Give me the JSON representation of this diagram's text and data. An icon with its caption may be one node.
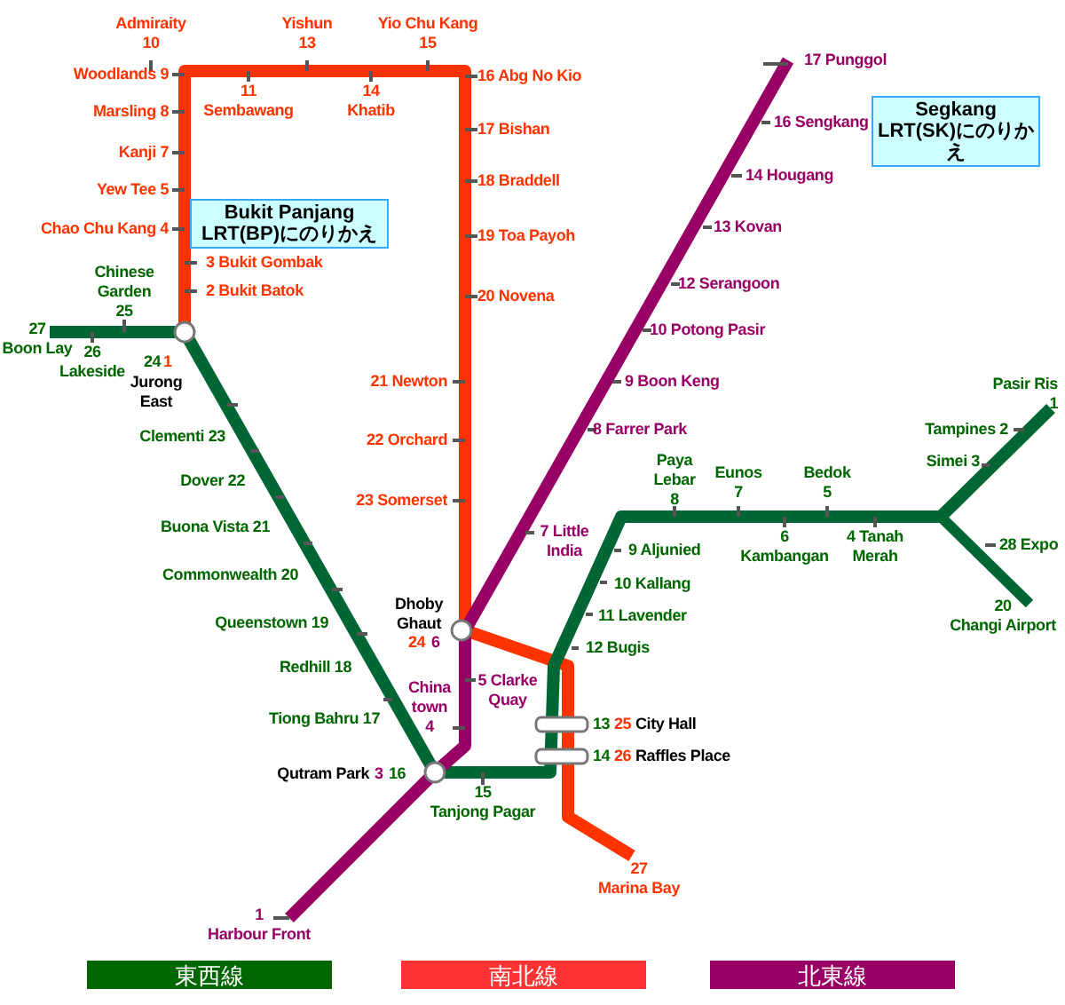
{
  "diagram": {
    "nodes": [
      {
        "text": [
          "Bukit Panjang LRT(BP)にのりかえ"
        ]
      },
      {
        "text": [
          "Segkang LRT(SK)にのりかえ"
        ]
      }
    ],
    "labels": [
      "Admiraity 10",
      "Yishun 13",
      "Yio Chu Kang 15",
      "17 Punggol",
      "Woodlands 9",
      "16 Abg No Kio",
      "11 Sembawang",
      "14 Khatib",
      "Marsling 8",
      "17 Bishan",
      "16 Sengkang",
      "Kanji 7",
      "18 Braddell",
      "14 Hougang",
      "Yew Tee 5",
      "Chao Chu Kang 4",
      "19 Toa Payoh",
      "13 Kovan",
      "3 Bukit Gombak",
      "Chinese Garden 25",
      "2 Bukit Batok",
      "20 Novena",
      "12 Serangoon",
      "10 Potong Pasir",
      "27 Boon Lay",
      "26 Lakeside",
      "24",
      "1",
      "Jurong East",
      "21 Newton",
      "9 Boon Keng",
      "Pasir Ris 1",
      "Clementi 23",
      "22 Orchard",
      "8 Farrer Park",
      "Tampines 2",
      "Simei 3",
      "Dover 22",
      "23 Somerset",
      "Paya Lebar 8",
      "Eunos 7",
      "Bedok 5",
      "Buona Vista 21",
      "7 Little India",
      "9 Aljunied",
      "6 Kambangan",
      "4 Tanah Merah",
      "28 Expo",
      "Commonwealth 20",
      "10 Kallang",
      "Queenstown 19",
      "Dhoby Ghaut",
      "11 Lavender",
      "20 Changi Airport",
      "24",
      "6",
      "12 Bugis",
      "Redhill 18",
      "China town 4",
      "5 Clarke Quay",
      "Tiong Bahru 17",
      "13",
      "25",
      "City Hall",
      "14",
      "26",
      "Raffles Place",
      "Qutram Park",
      "3",
      "16",
      "15 Tanjong Pagar",
      "27 Marina Bay",
      "1 Harbour Front"
    ],
    "legend": [
      {
        "text": "東西線",
        "color": "#006600"
      },
      {
        "text": "南北線",
        "color": "#ff3333"
      },
      {
        "text": "北東線",
        "color": "#990066"
      }
    ]
  }
}
